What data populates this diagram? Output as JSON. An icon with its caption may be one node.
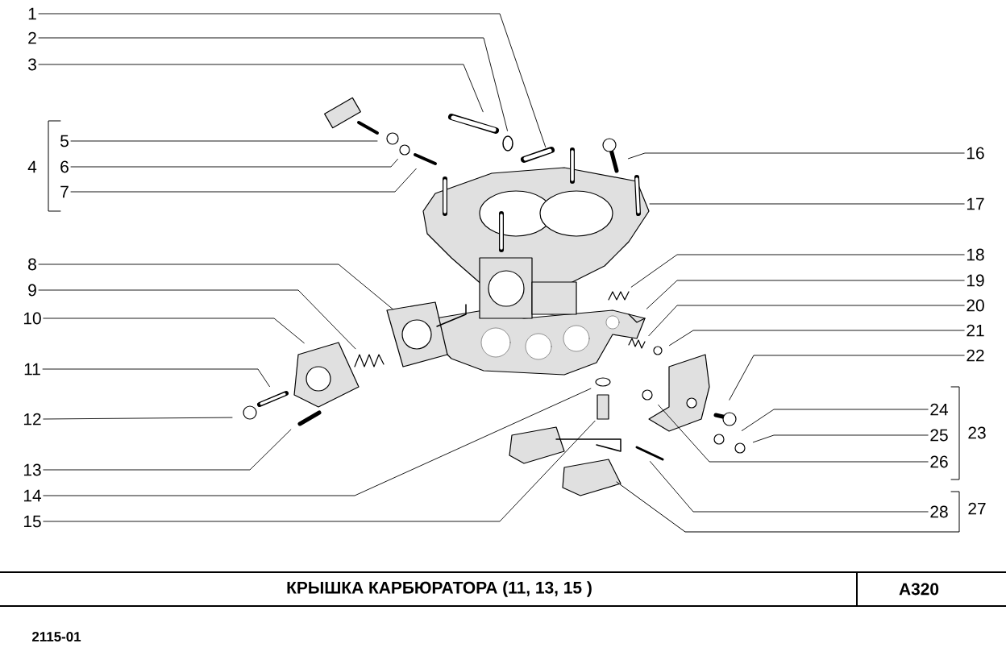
{
  "diagram": {
    "nodes": [
      {
        "text": [
          "1"
        ]
      },
      {
        "text": [
          "2"
        ]
      },
      {
        "text": [
          "3"
        ]
      },
      {
        "text": [
          "5"
        ]
      },
      {
        "text": [
          "6"
        ]
      },
      {
        "text": [
          "7"
        ]
      },
      {
        "text": [
          "8"
        ]
      },
      {
        "text": [
          "9"
        ]
      },
      {
        "text": [
          "10"
        ]
      },
      {
        "text": [
          "11"
        ]
      },
      {
        "text": [
          "12"
        ]
      },
      {
        "text": [
          "13"
        ]
      },
      {
        "text": [
          "14"
        ]
      },
      {
        "text": [
          "15"
        ]
      },
      {
        "text": [
          "16"
        ]
      },
      {
        "text": [
          "17"
        ]
      },
      {
        "text": [
          "18"
        ]
      },
      {
        "text": [
          "19"
        ]
      },
      {
        "text": [
          "20"
        ]
      },
      {
        "text": [
          "21"
        ]
      },
      {
        "text": [
          "22"
        ]
      },
      {
        "text": [
          "24"
        ]
      },
      {
        "text": [
          "25"
        ]
      },
      {
        "text": [
          "26"
        ]
      },
      {
        "text": [
          "28"
        ]
      }
    ],
    "edges": [
      {
        "from": 0,
        "to": null,
        "arrow": "none"
      },
      {
        "from": 1,
        "to": null,
        "arrow": "none"
      },
      {
        "from": 2,
        "to": null,
        "arrow": "none"
      },
      {
        "from": 3,
        "to": null,
        "arrow": "none"
      },
      {
        "from": 4,
        "to": null,
        "arrow": "none"
      },
      {
        "from": 5,
        "to": null,
        "arrow": "none"
      },
      {
        "from": 6,
        "to": null,
        "arrow": "none"
      },
      {
        "from": 7,
        "to": null,
        "arrow": "none"
      },
      {
        "from": 8,
        "to": null,
        "arrow": "none"
      },
      {
        "from": 9,
        "to": null,
        "arrow": "none"
      },
      {
        "from": 10,
        "to": null,
        "arrow": "none"
      },
      {
        "from": 11,
        "to": null,
        "arrow": "none"
      },
      {
        "from": 12,
        "to": null,
        "arrow": "none"
      },
      {
        "from": 13,
        "to": null,
        "arrow": "none"
      },
      {
        "from": 14,
        "to": null,
        "arrow": "none"
      },
      {
        "from": 15,
        "to": null,
        "arrow": "none"
      },
      {
        "from": 16,
        "to": null,
        "arrow": "none"
      },
      {
        "from": 17,
        "to": null,
        "arrow": "none"
      },
      {
        "from": 18,
        "to": null,
        "arrow": "none"
      },
      {
        "from": 19,
        "to": null,
        "arrow": "none"
      },
      {
        "from": 20,
        "to": null,
        "arrow": "none"
      },
      {
        "from": 21,
        "to": null,
        "arrow": "none"
      },
      {
        "from": 22,
        "to": null,
        "arrow": "none"
      },
      {
        "from": 23,
        "to": null,
        "arrow": "none"
      },
      {
        "from": 24,
        "to": null,
        "arrow": "none"
      }
    ],
    "labels": [
      "4",
      "23",
      "27",
      "КРЫШКА  КАРБЮРАТОРА (11, 13, 15 )",
      "А320",
      "2115-01"
    ]
  }
}
